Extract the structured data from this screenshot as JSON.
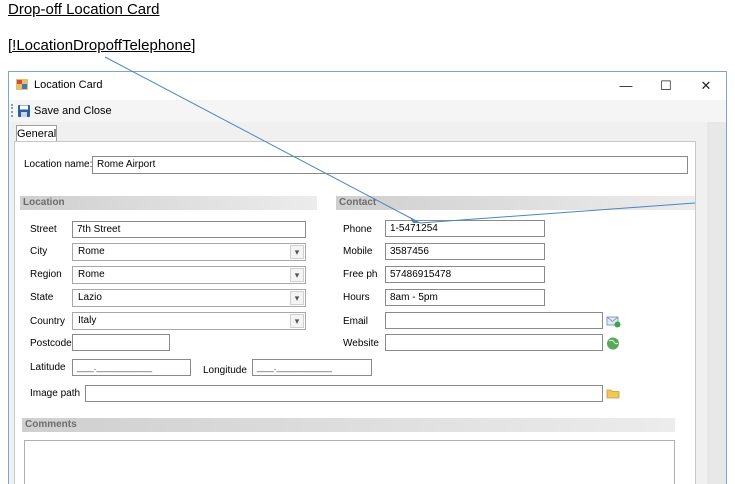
{
  "doc": {
    "title": "Drop-off Location Card",
    "subtitle_open": "[",
    "subtitle_field": "!LocationDropoffTelephone",
    "subtitle_close": "]"
  },
  "window": {
    "title": "Location Card",
    "min_glyph": "—",
    "max_glyph": "☐",
    "close_glyph": "✕"
  },
  "toolbar": {
    "save_label": "Save and Close"
  },
  "tabs": [
    {
      "label": "General"
    }
  ],
  "location_name": {
    "label": "Location name:",
    "value": "Rome Airport"
  },
  "location": {
    "header": "Location",
    "street": {
      "label": "Street",
      "value": "7th Street"
    },
    "city": {
      "label": "City",
      "value": "Rome"
    },
    "region": {
      "label": "Region",
      "value": "Rome"
    },
    "state": {
      "label": "State",
      "value": "Lazio"
    },
    "country": {
      "label": "Country",
      "value": "Italy"
    },
    "postcode": {
      "label": "Postcode",
      "value": ""
    },
    "latitude": {
      "label": "Latitude",
      "value": "___.__________"
    },
    "longitude": {
      "label": "Longitude",
      "value": "___.__________"
    },
    "image_path": {
      "label": "Image path",
      "value": ""
    }
  },
  "contact": {
    "header": "Contact",
    "phone": {
      "label": "Phone",
      "value": "1-5471254"
    },
    "mobile": {
      "label": "Mobile",
      "value": "3587456"
    },
    "free_phone": {
      "label": "Free ph",
      "value": "57486915478"
    },
    "hours": {
      "label": "Hours",
      "value": "8am - 5pm"
    },
    "email": {
      "label": "Email",
      "value": ""
    },
    "website": {
      "label": "Website",
      "value": ""
    }
  },
  "comments": {
    "header": "Comments",
    "value": ""
  },
  "icons": {
    "dropdown": "▾",
    "app": "location-card-app-icon",
    "save": "floppy-disk-icon",
    "email": "send-email-icon",
    "website": "globe-icon",
    "folder": "folder-icon"
  },
  "colors": {
    "arrow": "#4a86c0",
    "window_border": "#7aa7c7",
    "section_text": "#6d6d6d"
  }
}
